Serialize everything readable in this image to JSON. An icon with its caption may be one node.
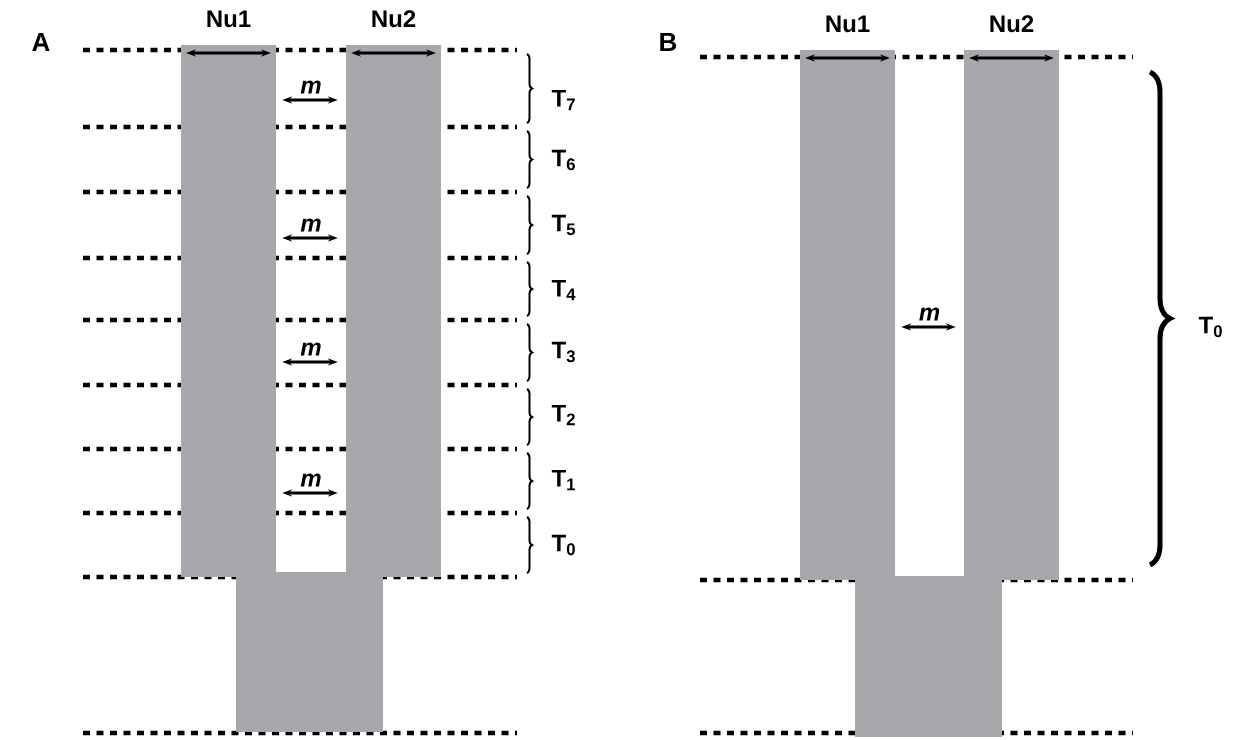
{
  "diagram": {
    "nodes": [
      {
        "text": [
          "Nu1"
        ]
      },
      {
        "text": [
          "Nu2"
        ]
      },
      {
        "text": [],
        "shape": "bar"
      },
      {
        "text": [
          "Nu1"
        ]
      },
      {
        "text": [
          "Nu2"
        ]
      },
      {
        "text": [],
        "shape": "bar"
      }
    ],
    "edges": [
      {
        "from": 0,
        "to": 1,
        "arrow": "both",
        "label": "m"
      },
      {
        "from": 0,
        "to": 1,
        "arrow": "both",
        "label": "m"
      },
      {
        "from": 0,
        "to": 1,
        "arrow": "both",
        "label": "m"
      },
      {
        "from": 0,
        "to": 1,
        "arrow": "both",
        "label": "m"
      },
      {
        "from": 3,
        "to": 4,
        "arrow": "both",
        "label": "m"
      }
    ],
    "labels": [
      "A",
      "T$_{7}$",
      "T$_{6}$",
      "T$_{5}$",
      "T$_{4}$",
      "T$_{3}$",
      "T$_{2}$",
      "T$_{1}$",
      "T$_{0}$",
      "B",
      "T$_{0}$"
    ]
  }
}
